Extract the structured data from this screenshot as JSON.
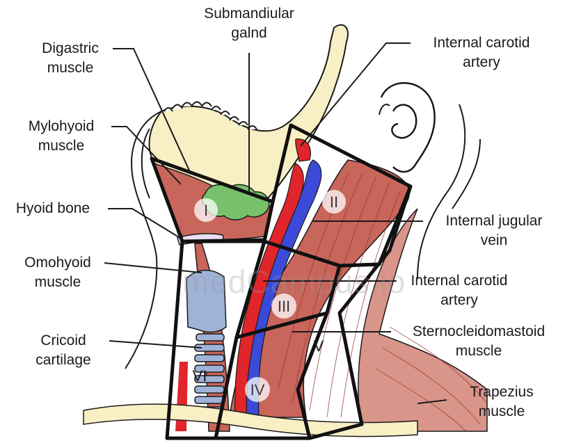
{
  "labels": {
    "submandibular_gland": [
      "Submandiular",
      "galnd"
    ],
    "internal_carotid_top": [
      "Internal carotid",
      "artery"
    ],
    "digastric": [
      "Digastric",
      "muscle"
    ],
    "mylohyoid": [
      "Mylohyoid",
      "muscle"
    ],
    "hyoid": [
      "Hyoid bone"
    ],
    "internal_jugular": [
      "Internal jugular",
      "vein"
    ],
    "omohyoid": [
      "Omohyoid",
      "muscle"
    ],
    "internal_carotid_mid": [
      "Internal carotid",
      "artery"
    ],
    "cricoid": [
      "Cricoid",
      "cartilage"
    ],
    "sternocleidomastoid": [
      "Sternocleidomastoid",
      "muscle"
    ],
    "trapezius": [
      "Trapezius",
      "muscle"
    ]
  },
  "levels": {
    "I": "I",
    "II": "II",
    "III": "III",
    "IV": "IV",
    "V": "V",
    "VI": "VI"
  },
  "watermark": "medCampus.io",
  "colors": {
    "outline": "#1a1a1a",
    "bone": "#f8efc4",
    "muscle": "#b9524b",
    "muscle_light": "#dca59a",
    "gland": "#78c16b",
    "artery": "#e0262b",
    "vein": "#3b4bd8",
    "trachea": "#9fb3d8",
    "skin": "#ffffff"
  }
}
